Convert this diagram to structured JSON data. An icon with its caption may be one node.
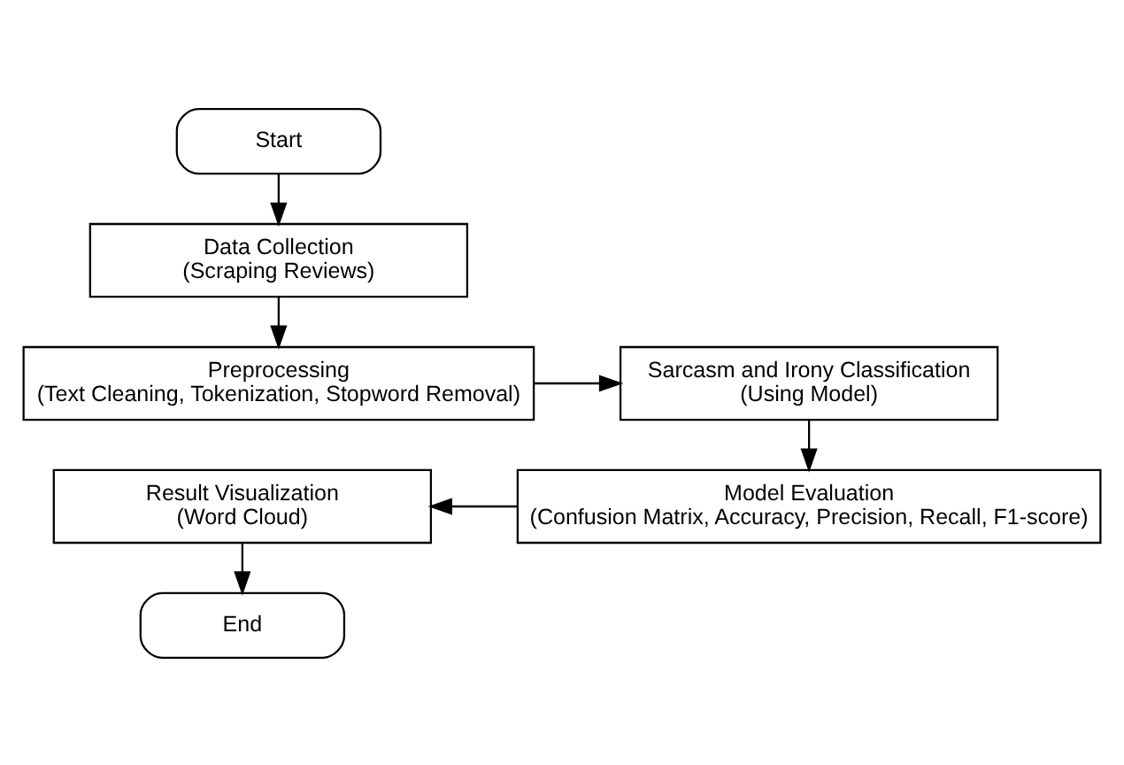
{
  "diagram": {
    "nodes": [
      {
        "text": [
          "Start"
        ]
      },
      {
        "text": [
          "Data Collection",
          "(Scraping Reviews)"
        ]
      },
      {
        "text": [
          "Preprocessing",
          "(Text Cleaning, Tokenization, Stopword Removal)"
        ]
      },
      {
        "text": [
          "Sarcasm and Irony Classification",
          "(Using Model)"
        ]
      },
      {
        "text": [
          "Model Evaluation",
          "(Confusion Matrix, Accuracy, Precision, Recall, F1-score)"
        ]
      },
      {
        "text": [
          "Result Visualization",
          "(Word Cloud)"
        ]
      },
      {
        "text": [
          "End"
        ]
      }
    ],
    "edges": [
      {
        "from": 0,
        "to": 1,
        "arrow": "to"
      },
      {
        "from": 1,
        "to": 2,
        "arrow": "to"
      },
      {
        "from": 2,
        "to": 3,
        "arrow": "to"
      },
      {
        "from": 3,
        "to": 4,
        "arrow": "to"
      },
      {
        "from": 4,
        "to": 5,
        "arrow": "to"
      },
      {
        "from": 5,
        "to": 6,
        "arrow": "to"
      }
    ]
  }
}
